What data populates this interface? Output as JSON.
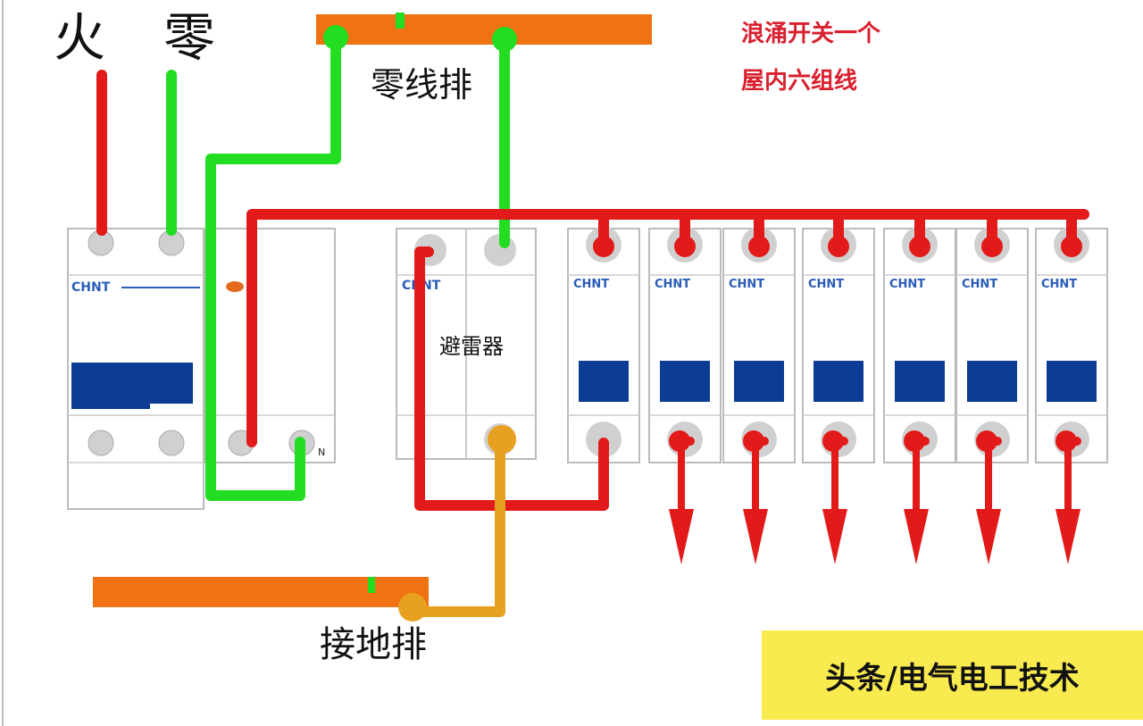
{
  "labels": {
    "live": "火",
    "neutral": "零",
    "neutral_bar": "零线排",
    "ground_bar": "接地排",
    "arrester": "避雷器",
    "note_line1": "浪涌开关一个",
    "note_line2": "屋内六组线",
    "brand": "CHNT",
    "n_terminal": "N"
  },
  "watermark": "头条/电气电工技术",
  "colors": {
    "live_wire": "#e21a1a",
    "neutral_wire": "#22dd22",
    "ground_wire": "#e8a020",
    "busbar": "#f07212",
    "switch_body": "#0c3c94",
    "note_text": "#d9202e",
    "brand_text": "#2a5cb8",
    "watermark_bg": "#f9ea4f"
  },
  "icons": [
    "terminal-screw-icon",
    "arrow-down-icon"
  ]
}
